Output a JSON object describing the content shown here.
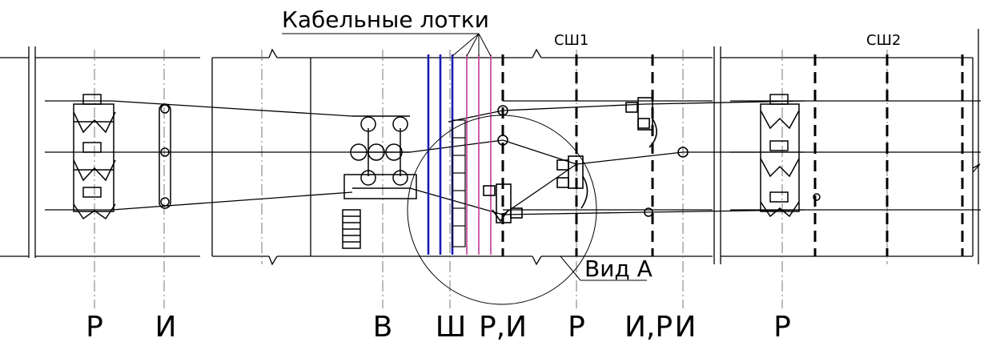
{
  "labels": {
    "cable_trays": "Кабельные лотки",
    "busbar_1": "СШ1",
    "busbar_2": "СШ2",
    "view_a": "Вид А",
    "col_1": "Р",
    "col_2": "И",
    "col_3": "В",
    "col_4": "Ш",
    "col_5": "Р,И",
    "col_6": "Р",
    "col_7": "И,Р",
    "col_8": "И",
    "col_9": "Р"
  },
  "colors": {
    "ink": "#000000",
    "tray_blue": "#1a1ab4",
    "tray_magenta": "#c0399a",
    "guide_gray": "#777777"
  }
}
